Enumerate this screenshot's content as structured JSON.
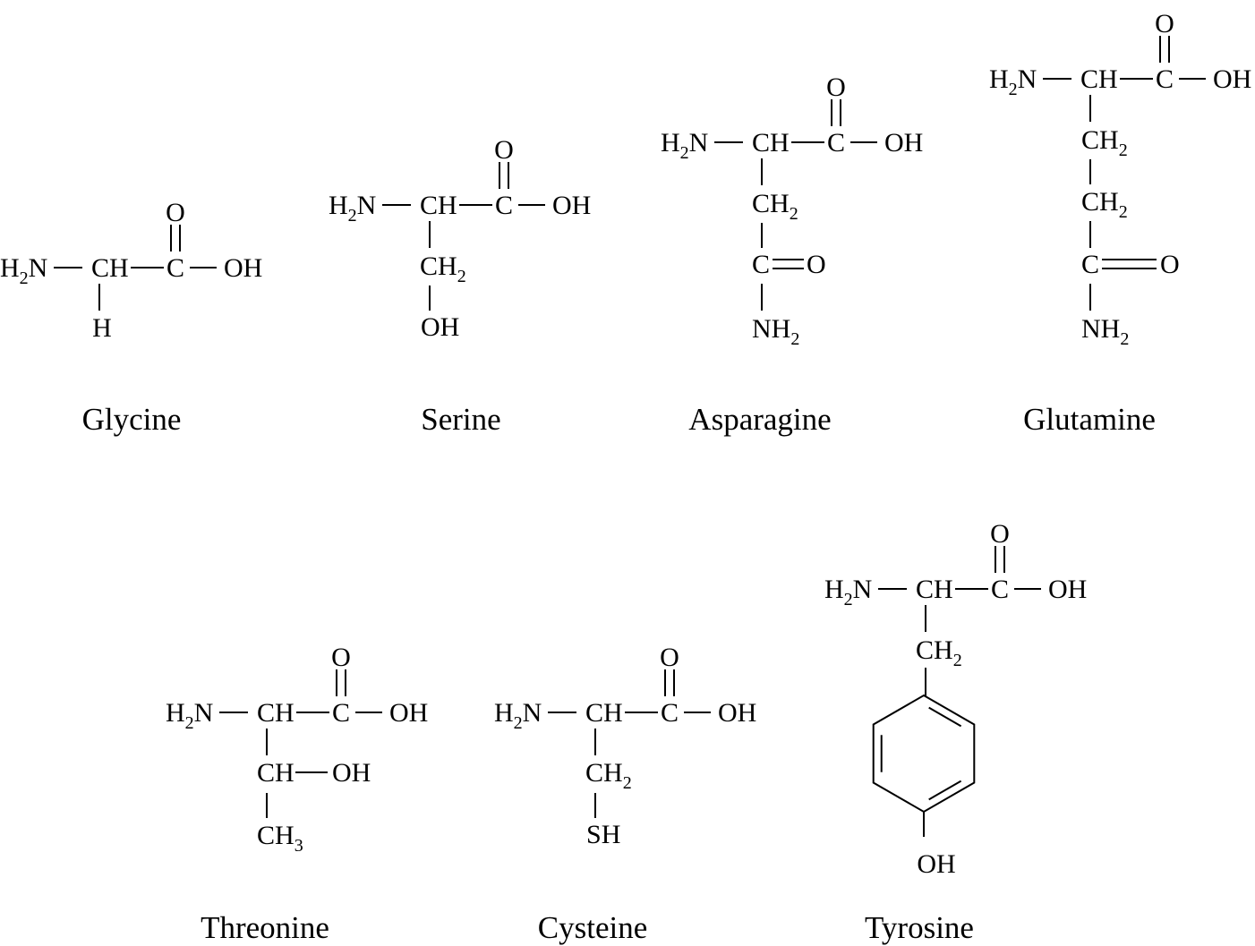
{
  "molecules": {
    "glycine": {
      "name": "Glycine",
      "amine": "H2N",
      "alpha": "CH",
      "carbonyl_c": "C",
      "carbonyl_o": "O",
      "hydroxyl": "OH",
      "side": [
        "H"
      ]
    },
    "serine": {
      "name": "Serine",
      "amine": "H2N",
      "alpha": "CH",
      "carbonyl_c": "C",
      "carbonyl_o": "O",
      "hydroxyl": "OH",
      "side": [
        "CH2",
        "OH"
      ]
    },
    "asparagine": {
      "name": "Asparagine",
      "amine": "H2N",
      "alpha": "CH",
      "carbonyl_c": "C",
      "carbonyl_o": "O",
      "hydroxyl": "OH",
      "side": [
        "CH2",
        "C",
        "O",
        "NH2"
      ]
    },
    "glutamine": {
      "name": "Glutamine",
      "amine": "H2N",
      "alpha": "CH",
      "carbonyl_c": "C",
      "carbonyl_o": "O",
      "hydroxyl": "OH",
      "side": [
        "CH2",
        "CH2",
        "C",
        "O",
        "NH2"
      ]
    },
    "threonine": {
      "name": "Threonine",
      "amine": "H2N",
      "alpha": "CH",
      "carbonyl_c": "C",
      "carbonyl_o": "O",
      "hydroxyl": "OH",
      "side": [
        "CH",
        "OH",
        "CH3"
      ]
    },
    "cysteine": {
      "name": "Cysteine",
      "amine": "H2N",
      "alpha": "CH",
      "carbonyl_c": "C",
      "carbonyl_o": "O",
      "hydroxyl": "OH",
      "side": [
        "CH2",
        "SH"
      ]
    },
    "tyrosine": {
      "name": "Tyrosine",
      "amine": "H2N",
      "alpha": "CH",
      "carbonyl_c": "C",
      "carbonyl_o": "O",
      "hydroxyl": "OH",
      "side": [
        "CH2",
        "OH"
      ]
    }
  }
}
